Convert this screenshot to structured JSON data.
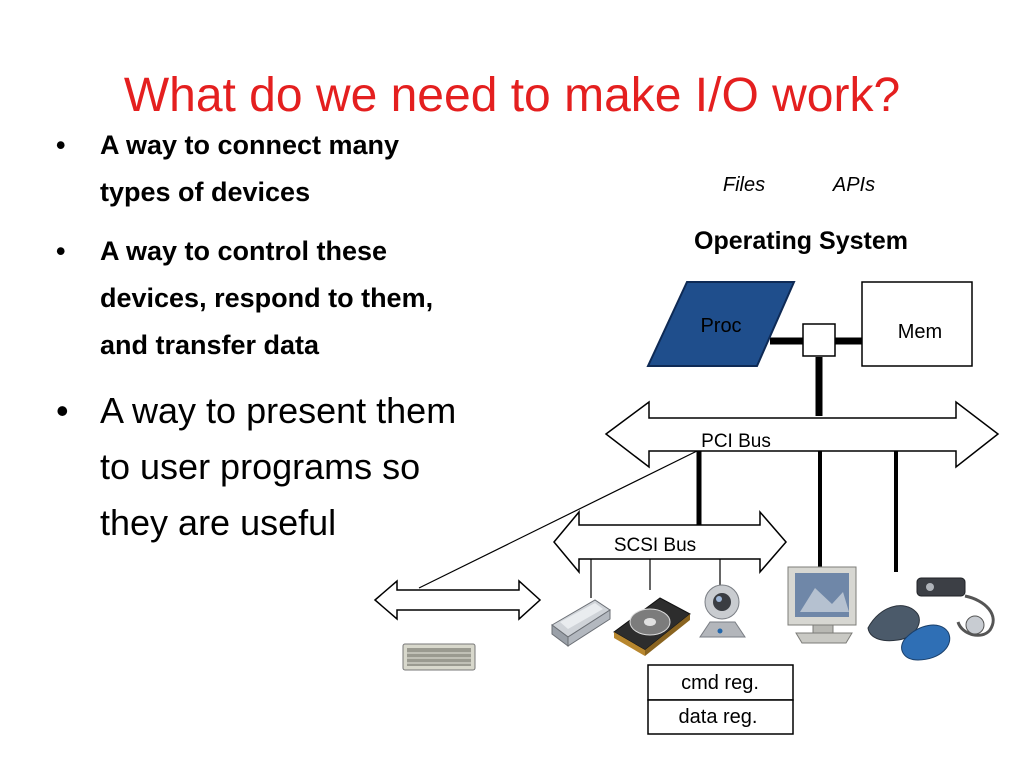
{
  "title": "What do we need to make I/O work?",
  "bullets": [
    {
      "text": "A way to connect many types of devices",
      "lines": [
        "A way to connect many",
        "types of devices"
      ]
    },
    {
      "text": "A way to control these devices, respond to them, and transfer data",
      "lines": [
        "A way to control these",
        "devices, respond to them,",
        "and transfer data"
      ]
    },
    {
      "text": "A way to present them to user programs so they are useful",
      "lines": [
        "A way to present them",
        "to user programs so",
        "they are useful"
      ]
    }
  ],
  "diagram": {
    "files_label": "Files",
    "apis_label": "APIs",
    "os_label": "Operating System",
    "proc_label": "Proc",
    "mem_label": "Mem",
    "pci_bus_label": "PCI Bus",
    "scsi_bus_label": "SCSI Bus",
    "cmd_reg_label": "cmd reg.",
    "data_reg_label": "data reg.",
    "devices": [
      "keyboard-icon",
      "scanner-icon",
      "hard-disk-icon",
      "webcam-icon",
      "monitor-icon",
      "joystick-icon"
    ]
  },
  "colors": {
    "title": "#e41f1f",
    "proc_fill": "#1f4e8c",
    "line": "#000000"
  }
}
